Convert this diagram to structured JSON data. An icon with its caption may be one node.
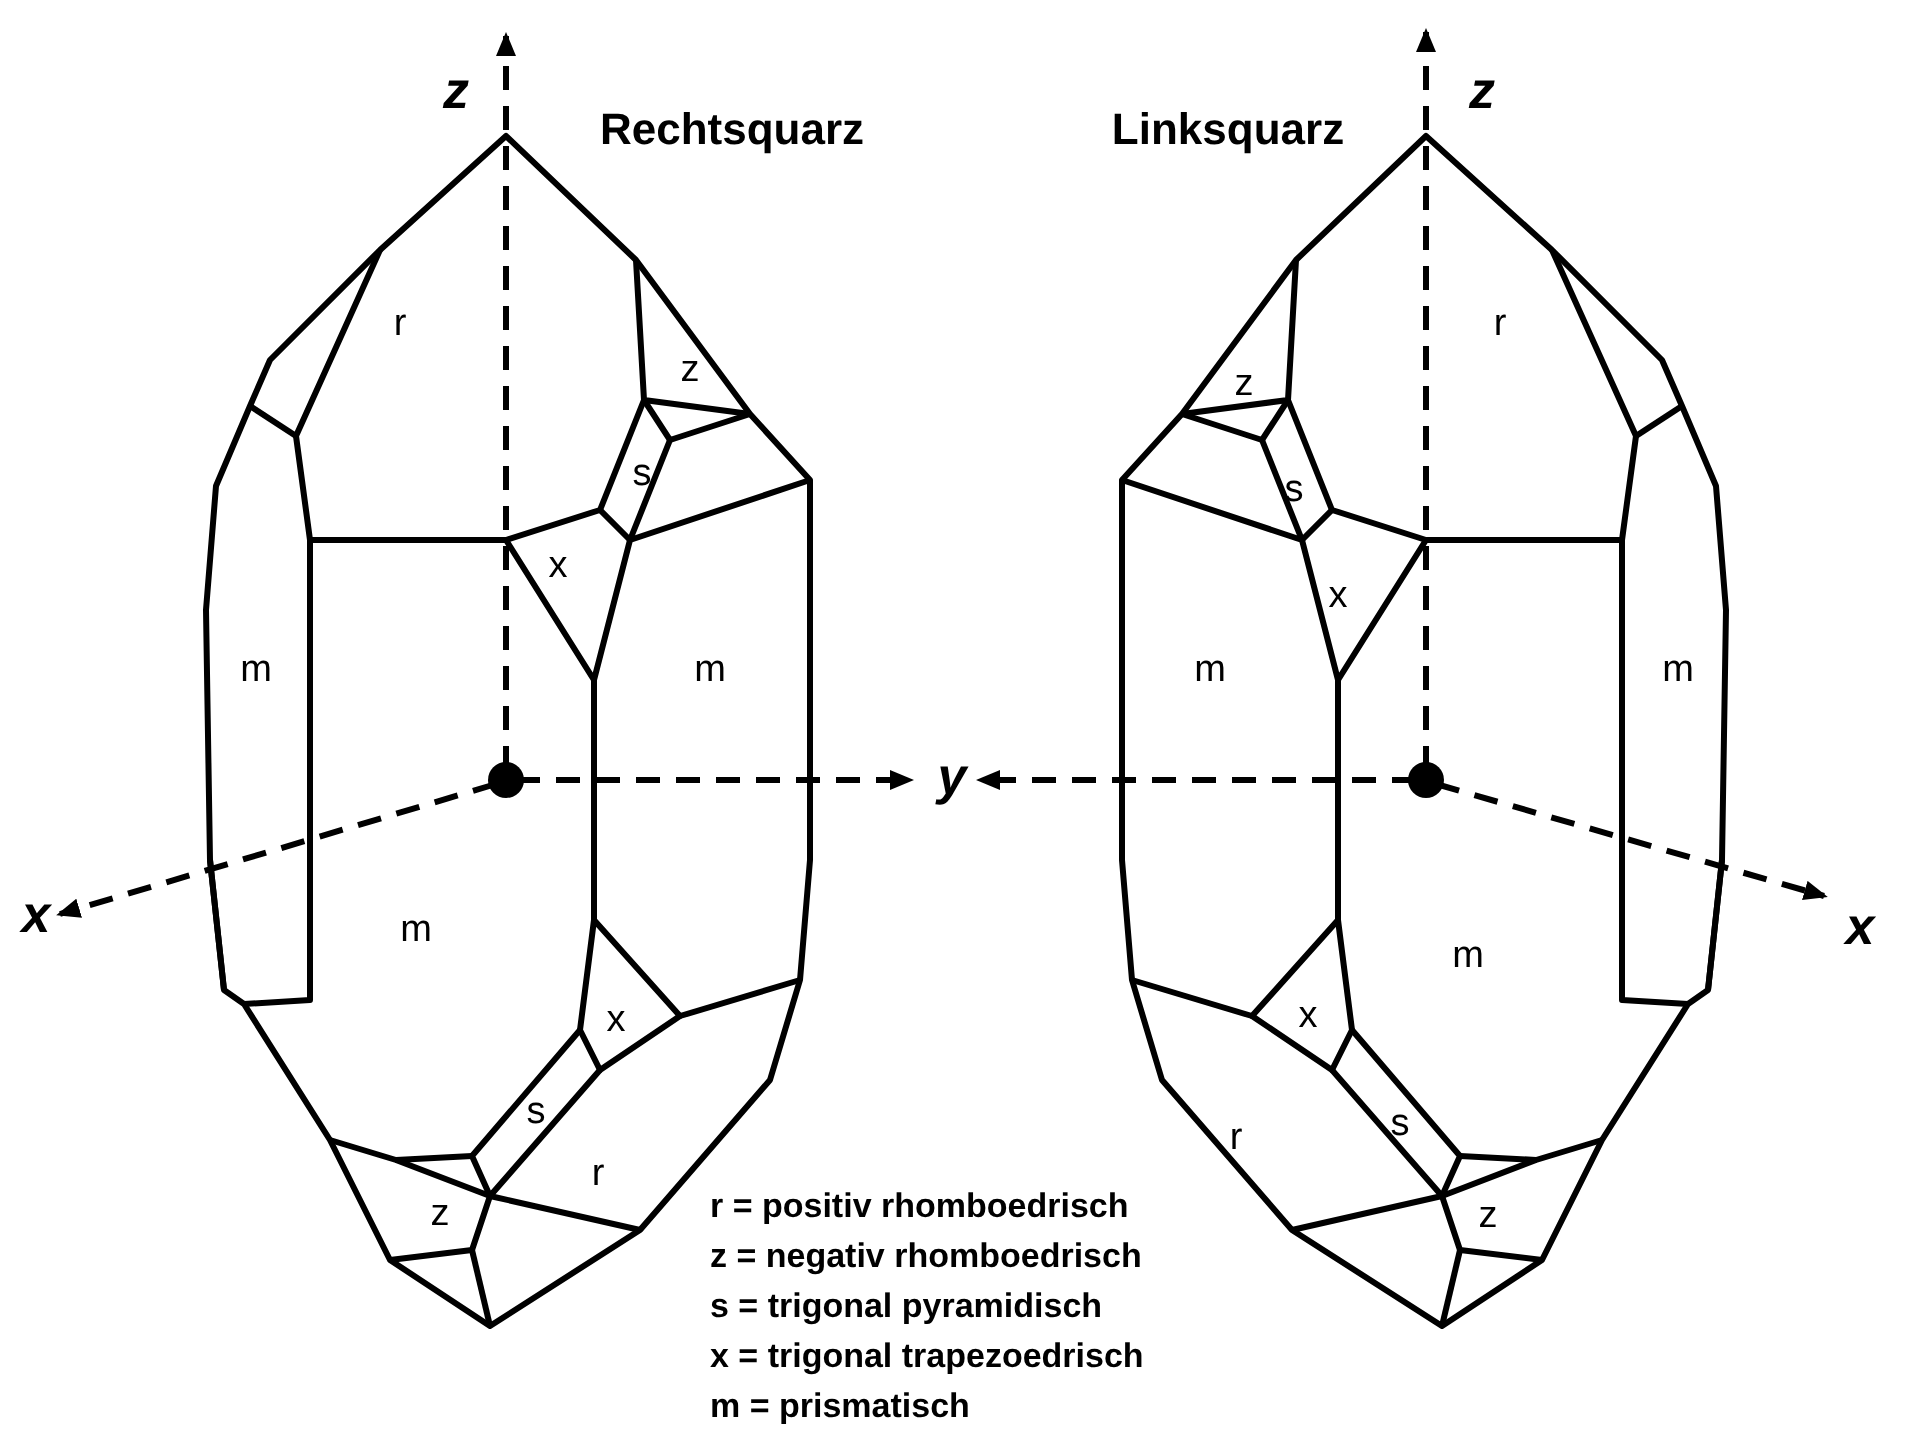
{
  "diagram": {
    "labels": [
      "z",
      "Rechtsquarz",
      "Linksquarz",
      "z",
      "r",
      "r",
      "z",
      "z",
      "s",
      "s",
      "x",
      "x",
      "m",
      "m",
      "m",
      "m",
      "y",
      "x",
      "m",
      "x",
      "m",
      "x",
      "x",
      "s",
      "r",
      "s",
      "r",
      "z",
      "z",
      "r = positiv rhomboedrisch",
      "z = negativ rhomboedrisch",
      "s = trigonal pyramidisch",
      "x = trigonal trapezoedrisch",
      "m = prismatisch"
    ]
  }
}
